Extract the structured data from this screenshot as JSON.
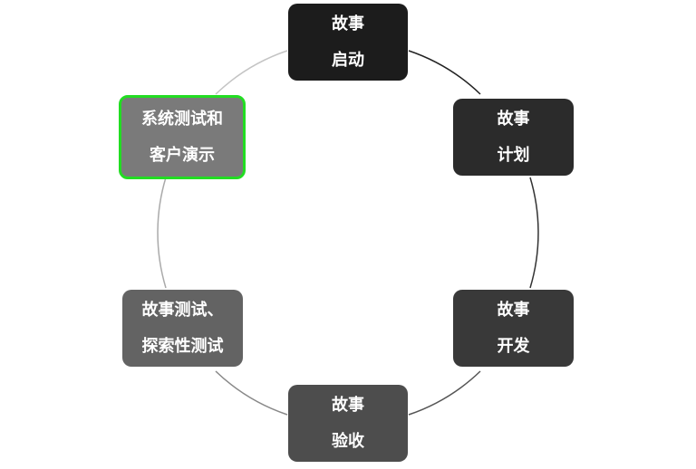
{
  "diagram": {
    "nodes": [
      {
        "id": "story-kickoff",
        "line1": "故事",
        "line2": "启动"
      },
      {
        "id": "story-planning",
        "line1": "故事",
        "line2": "计划"
      },
      {
        "id": "story-dev",
        "line1": "故事",
        "line2": "开发"
      },
      {
        "id": "story-accept",
        "line1": "故事",
        "line2": "验收"
      },
      {
        "id": "story-test",
        "line1": "故事测试、",
        "line2": "探索性测试"
      },
      {
        "id": "system-test",
        "line1": "系统测试和",
        "line2": "客户演示"
      }
    ],
    "highlighted_node": "system-test",
    "colors": {
      "highlight_border": "#22dd22",
      "ring_dark": "#222222",
      "ring_light": "#bbbbbb"
    }
  }
}
